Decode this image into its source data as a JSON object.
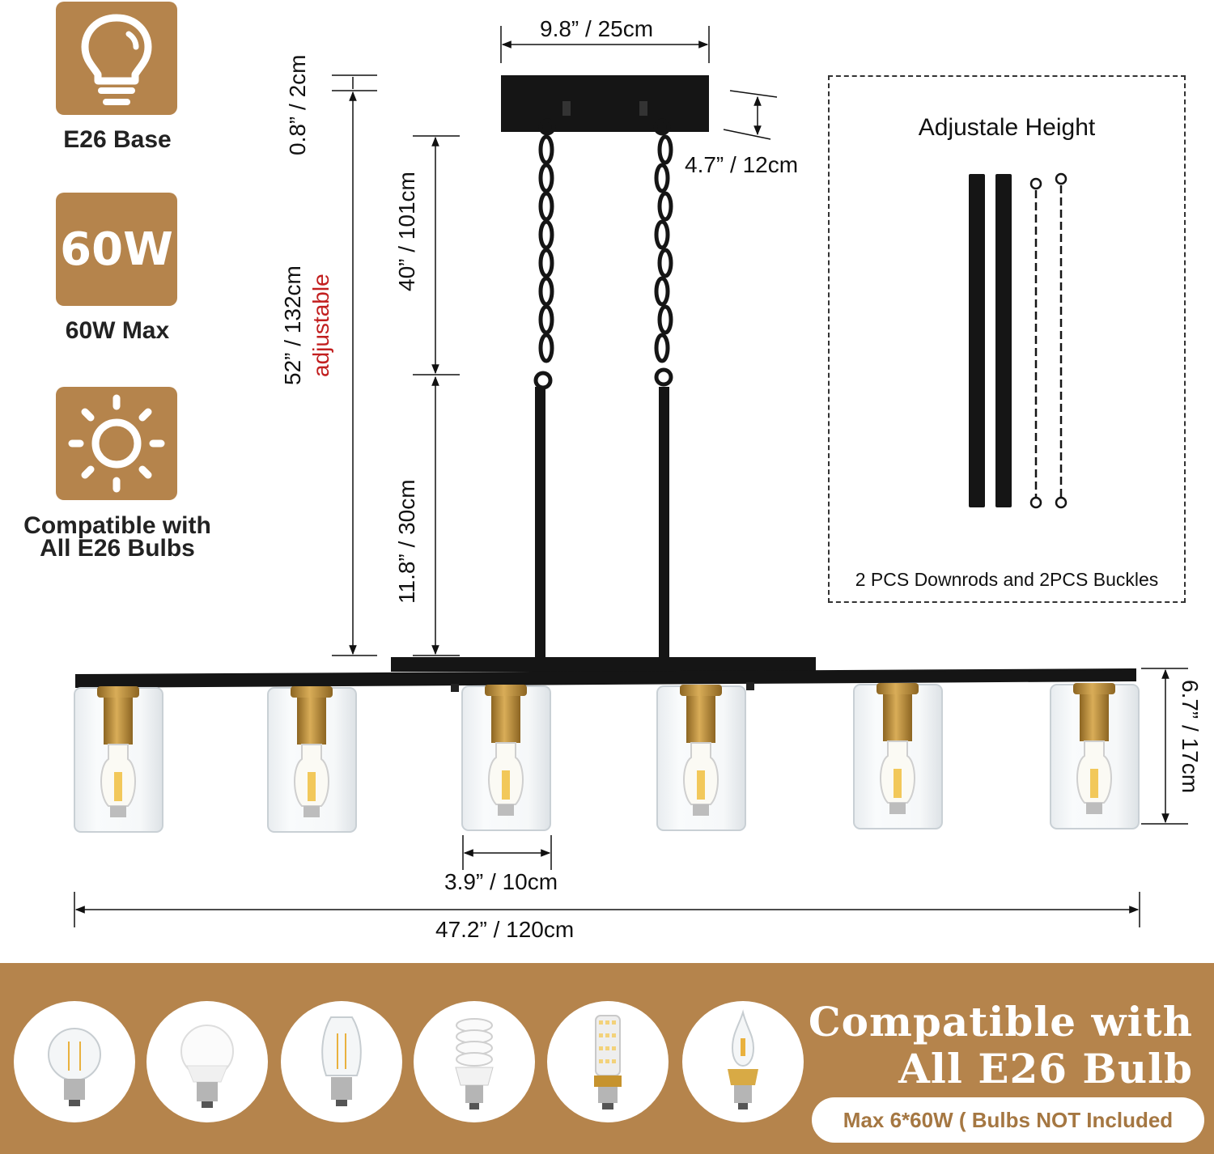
{
  "features": [
    {
      "icon": "lightbulb-icon",
      "label": "E26 Base"
    },
    {
      "icon": "60w-badge",
      "badge": "60W",
      "label": "60W Max"
    },
    {
      "icon": "sun-icon",
      "label_line1": "Compatible with",
      "label_line2": "All E26 Bulbs"
    }
  ],
  "dimensions": {
    "canopy_width": "9.8” / 25cm",
    "canopy_height": "4.7” / 12cm",
    "canopy_thickness": "0.8” / 2cm",
    "total_height": "52” / 132cm",
    "total_height_note": "adjustable",
    "chain_length": "40” / 101cm",
    "rod_length": "11.8” / 30cm",
    "shade_height": "6.7” / 17cm",
    "shade_width": "3.9” / 10cm",
    "total_length": "47.2” / 120cm"
  },
  "adjustable": {
    "title": "Adjustale Height",
    "note": "2 PCS Downrods and 2PCS Buckles"
  },
  "bottom": {
    "title_line1": "Compatible with",
    "title_line2": "All E26 Bulb",
    "max_note": "Max 6*60W ( Bulbs NOT Included",
    "bulbs": [
      "a19-filament-bulb",
      "a19-led-bulb",
      "st64-filament-bulb",
      "spiral-cfl-bulb",
      "corn-led-bulb",
      "candle-flame-bulb"
    ]
  },
  "colors": {
    "accent": "#b5844c",
    "fixture": "#151515",
    "brass": "#b98a3a",
    "note_red": "#c21f1f"
  }
}
